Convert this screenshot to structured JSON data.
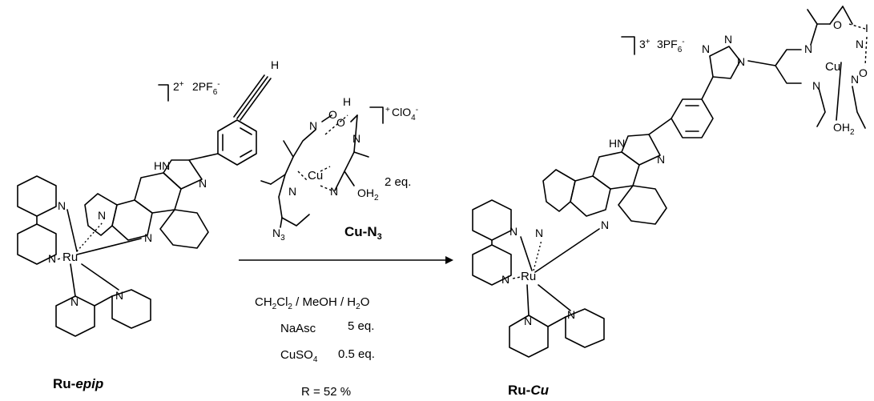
{
  "reactant": {
    "name_prefix": "Ru-",
    "name_suffix": "epip",
    "charge": "2",
    "charge_sign": "+",
    "counterion_prefix": "2PF",
    "counterion_sub": "6",
    "counterion_sup": "-",
    "atoms": {
      "metal": "Ru",
      "n": "N",
      "nh": "HN",
      "h": "H"
    }
  },
  "reagent": {
    "name": "Cu-N",
    "name_sub": "3",
    "charge": "+",
    "counterion": "ClO",
    "counterion_sub": "4",
    "counterion_sup": "-",
    "equivalents": "2 eq.",
    "atoms": {
      "metal": "Cu",
      "n": "N",
      "o": "O",
      "h": "H",
      "oh2": "OH",
      "oh2_sub": "2",
      "n3": "N",
      "n3_sub": "3"
    }
  },
  "conditions": {
    "solvent_parts": [
      "CH",
      "2",
      "Cl",
      "2",
      " / MeOH / H",
      "2",
      "O"
    ],
    "naasc_label": "NaAsc",
    "naasc_eq": "5 eq.",
    "cuso4_label": "CuSO",
    "cuso4_sub": "4",
    "cuso4_eq": "0.5 eq.",
    "yield": "R = 52 %"
  },
  "product": {
    "name_prefix": "Ru-",
    "name_suffix": "Cu",
    "charge": "3",
    "charge_sign": "+",
    "counterion_prefix": "3PF",
    "counterion_sub": "6",
    "counterion_sup": "-",
    "atoms": {
      "metal": "Ru",
      "metal2": "Cu",
      "n": "N",
      "o": "O",
      "nh": "HN",
      "oh2": "OH",
      "oh2_sub": "2",
      "bridge": "I"
    }
  }
}
